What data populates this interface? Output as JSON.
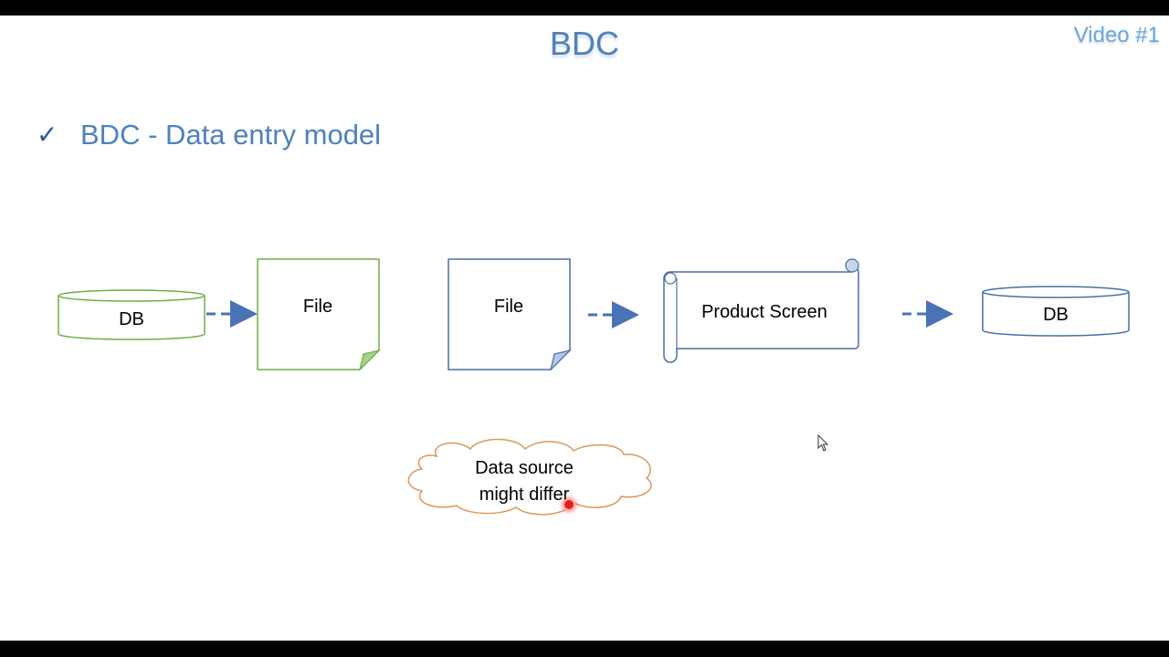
{
  "slide": {
    "title": "BDC",
    "video_tag": "Video #1",
    "bullet": {
      "icon": "checkmark-icon",
      "text": "BDC - Data entry model"
    }
  },
  "diagram": {
    "nodes": [
      {
        "id": "source-db",
        "shape": "cylinder",
        "label": "DB",
        "stroke": "#70ad47"
      },
      {
        "id": "source-file",
        "shape": "folded-page",
        "label": "File",
        "stroke": "#70ad47"
      },
      {
        "id": "target-file",
        "shape": "folded-page",
        "label": "File",
        "stroke": "#4a6fa5"
      },
      {
        "id": "product-screen",
        "shape": "scroll",
        "label": "Product Screen",
        "stroke": "#4a6fa5"
      },
      {
        "id": "target-db",
        "shape": "cylinder",
        "label": "DB",
        "stroke": "#4a6fa5"
      }
    ],
    "edges": [
      {
        "from": "source-db",
        "to": "source-file",
        "style": "dashed-arrow"
      },
      {
        "from": "target-file",
        "to": "product-screen",
        "style": "dashed-arrow"
      },
      {
        "from": "product-screen",
        "to": "target-db",
        "style": "dashed-arrow"
      }
    ],
    "callout": {
      "shape": "cloud",
      "line1": "Data source",
      "line2": "might differ",
      "stroke": "#d99a5b"
    },
    "arrow_color": "#4a73b5"
  }
}
